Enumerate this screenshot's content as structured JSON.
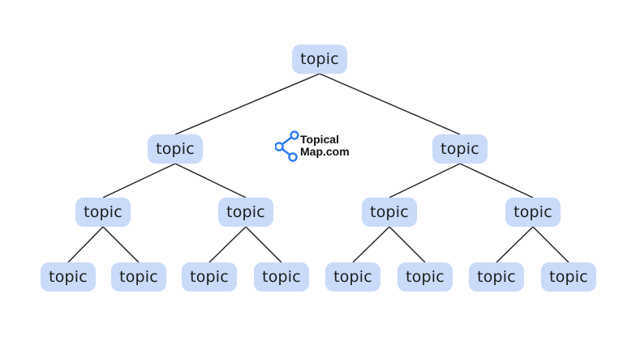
{
  "brand": {
    "line1": "Topical",
    "line2": "Map.com",
    "icon": "share-network-icon",
    "icon_color": "#2b7cf7",
    "text_color": "#111111"
  },
  "tree": {
    "levels": [
      1,
      2,
      4,
      8
    ],
    "nodes": [
      "topic",
      "topic",
      "topic",
      "topic",
      "topic",
      "topic",
      "topic",
      "topic",
      "topic",
      "topic",
      "topic",
      "topic",
      "topic",
      "topic",
      "topic"
    ]
  },
  "colors": {
    "background": "#ffffff",
    "node_fill": "#c9dbf9",
    "node_text": "#1d1d1d",
    "connector": "#1f1f1f"
  }
}
